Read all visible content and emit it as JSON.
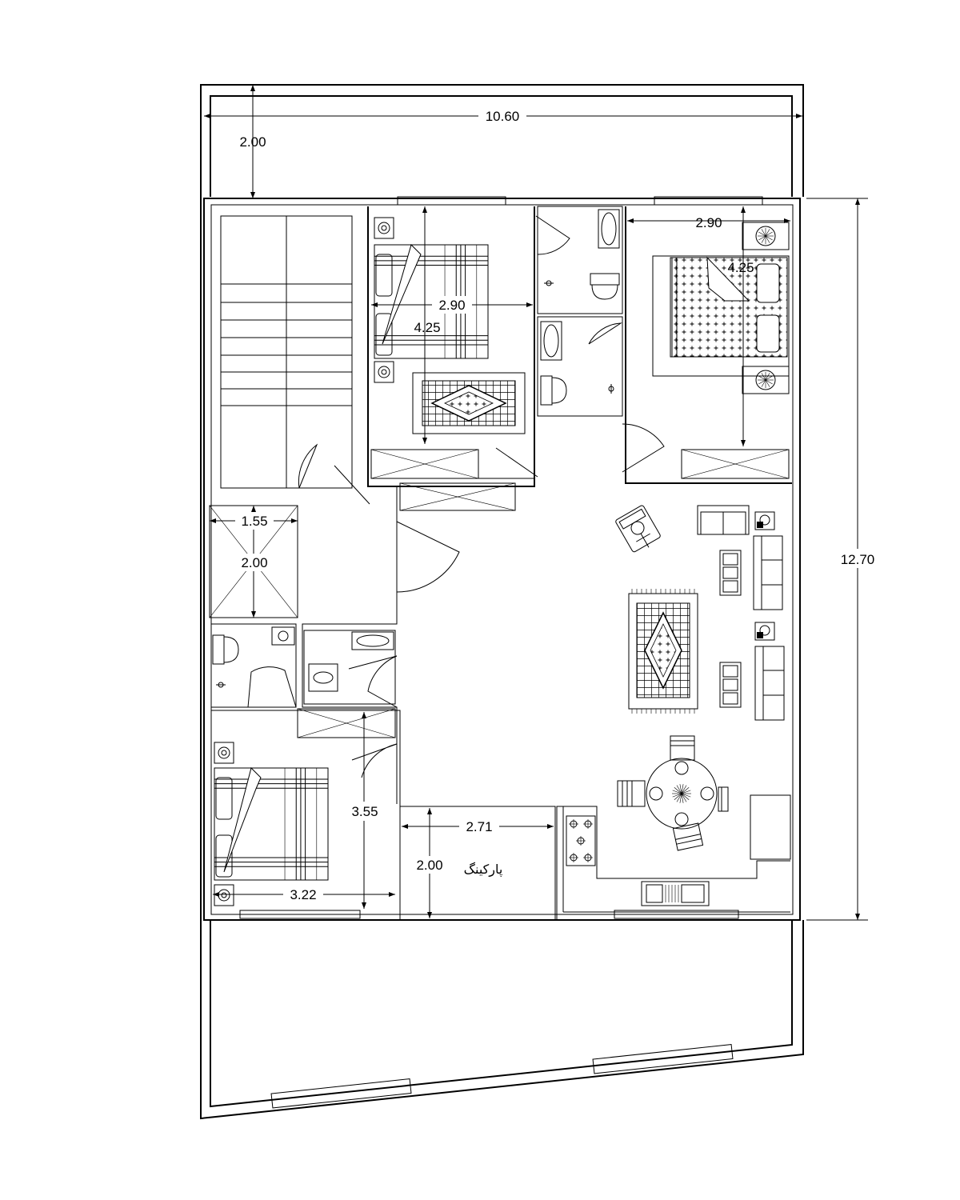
{
  "dimensions": {
    "site_width": "10.60",
    "front_setback": "2.00",
    "building_depth": "12.70",
    "bedroom1_width": "2.90",
    "bedroom1_depth": "4.25",
    "bedroom2_width": "2.90",
    "bedroom2_depth": "4.25",
    "shaft_width": "1.55",
    "shaft_depth": "2.00",
    "bedroom3_depth": "3.55",
    "bedroom3_width": "3.22",
    "parking_width": "2.71",
    "parking_depth": "2.00"
  },
  "labels": {
    "parking": "پارکینگ"
  }
}
